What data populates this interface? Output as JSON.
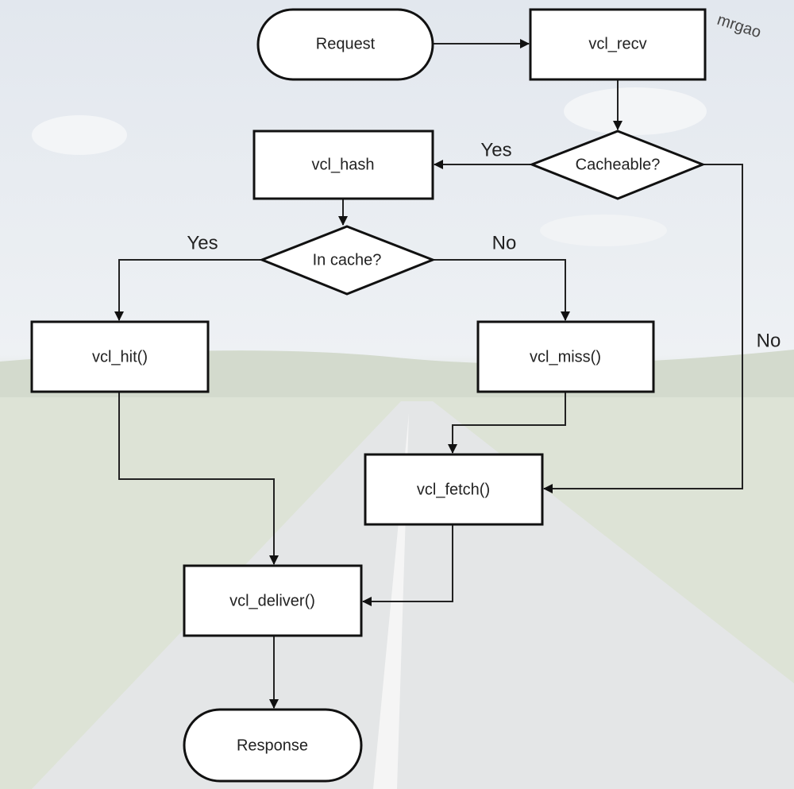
{
  "watermark": "mrgao",
  "nodes": {
    "request": "Request",
    "vcl_recv": "vcl_recv",
    "cacheable": "Cacheable?",
    "vcl_hash": "vcl_hash",
    "in_cache": "In cache?",
    "vcl_hit": "vcl_hit()",
    "vcl_miss": "vcl_miss()",
    "vcl_fetch": "vcl_fetch()",
    "vcl_deliver": "vcl_deliver()",
    "response": "Response"
  },
  "edges": {
    "cacheable_yes": "Yes",
    "cacheable_no": "No",
    "in_cache_yes": "Yes",
    "in_cache_no": "No"
  }
}
